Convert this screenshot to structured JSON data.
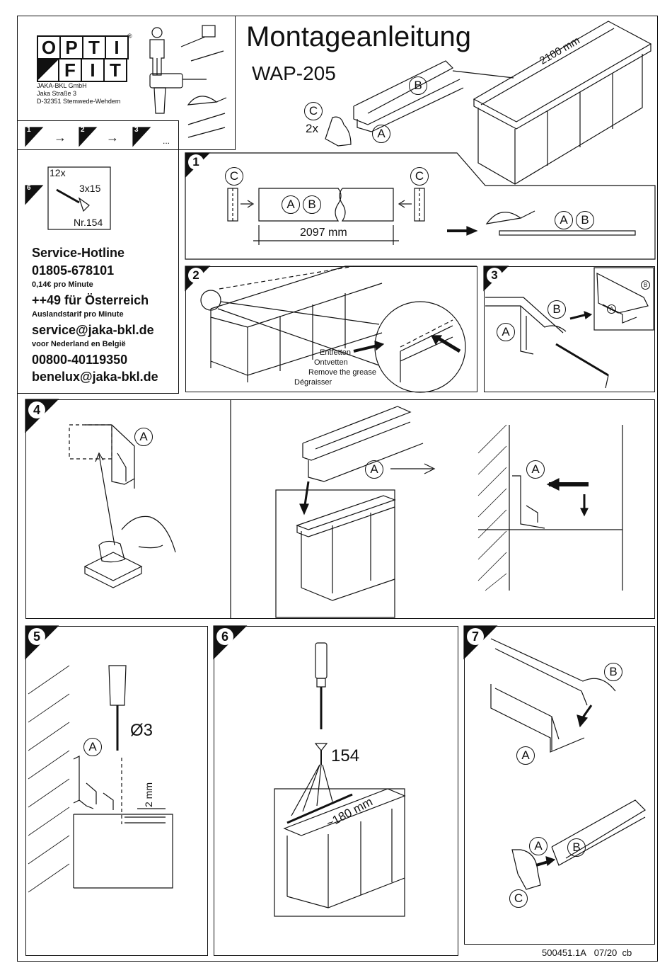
{
  "company": {
    "logo_row1": [
      "O",
      "P",
      "T",
      "I"
    ],
    "logo_row2": [
      "F",
      "I",
      "T"
    ],
    "registered": "®",
    "name": "JAKA-BKL GmbH",
    "street": "Jaka Straße 3",
    "city": "D-32351 Stemwede-Wehdem"
  },
  "title": "Montageanleitung",
  "model": "WAP-205",
  "parts": {
    "a": "A",
    "b": "B",
    "c": "C",
    "c_qty": "2x",
    "length": "2100 mm"
  },
  "steps": {
    "s1": "1",
    "s2": "2",
    "s3": "3",
    "s4": "4",
    "s5": "5",
    "s6": "6",
    "s7": "7",
    "sequence_more": "...",
    "arrow": "→"
  },
  "screws": {
    "step": "6",
    "qty": "12x",
    "size": "3x15",
    "number": "Nr.154"
  },
  "service": {
    "hotline_label": "Service-Hotline",
    "hotline_number": "01805-678101",
    "price_note": "0,14€ pro Minute",
    "austria_number": "++49 für Österreich",
    "foreign_rate": "Auslandstarif pro Minute",
    "email_de": "service@jaka-bkl.de",
    "nl_be_note": "voor Nederland en België",
    "benelux_number": "00800-40119350",
    "email_benelux": "benelux@jaka-bkl.de"
  },
  "step1": {
    "cut_length": "2097 mm"
  },
  "step2": {
    "degrease_de": "Entfetten",
    "degrease_nl": "Ontvetten",
    "degrease_en": "Remove the grease",
    "degrease_fr": "Dégraisser"
  },
  "step5": {
    "drill_diameter": "Ø3",
    "offset": "2 mm"
  },
  "step6": {
    "screw_number": "154",
    "spacing": "~180 mm"
  },
  "footer": {
    "doc_number": "500451.1A",
    "date": "07/20",
    "initials": "cb"
  }
}
